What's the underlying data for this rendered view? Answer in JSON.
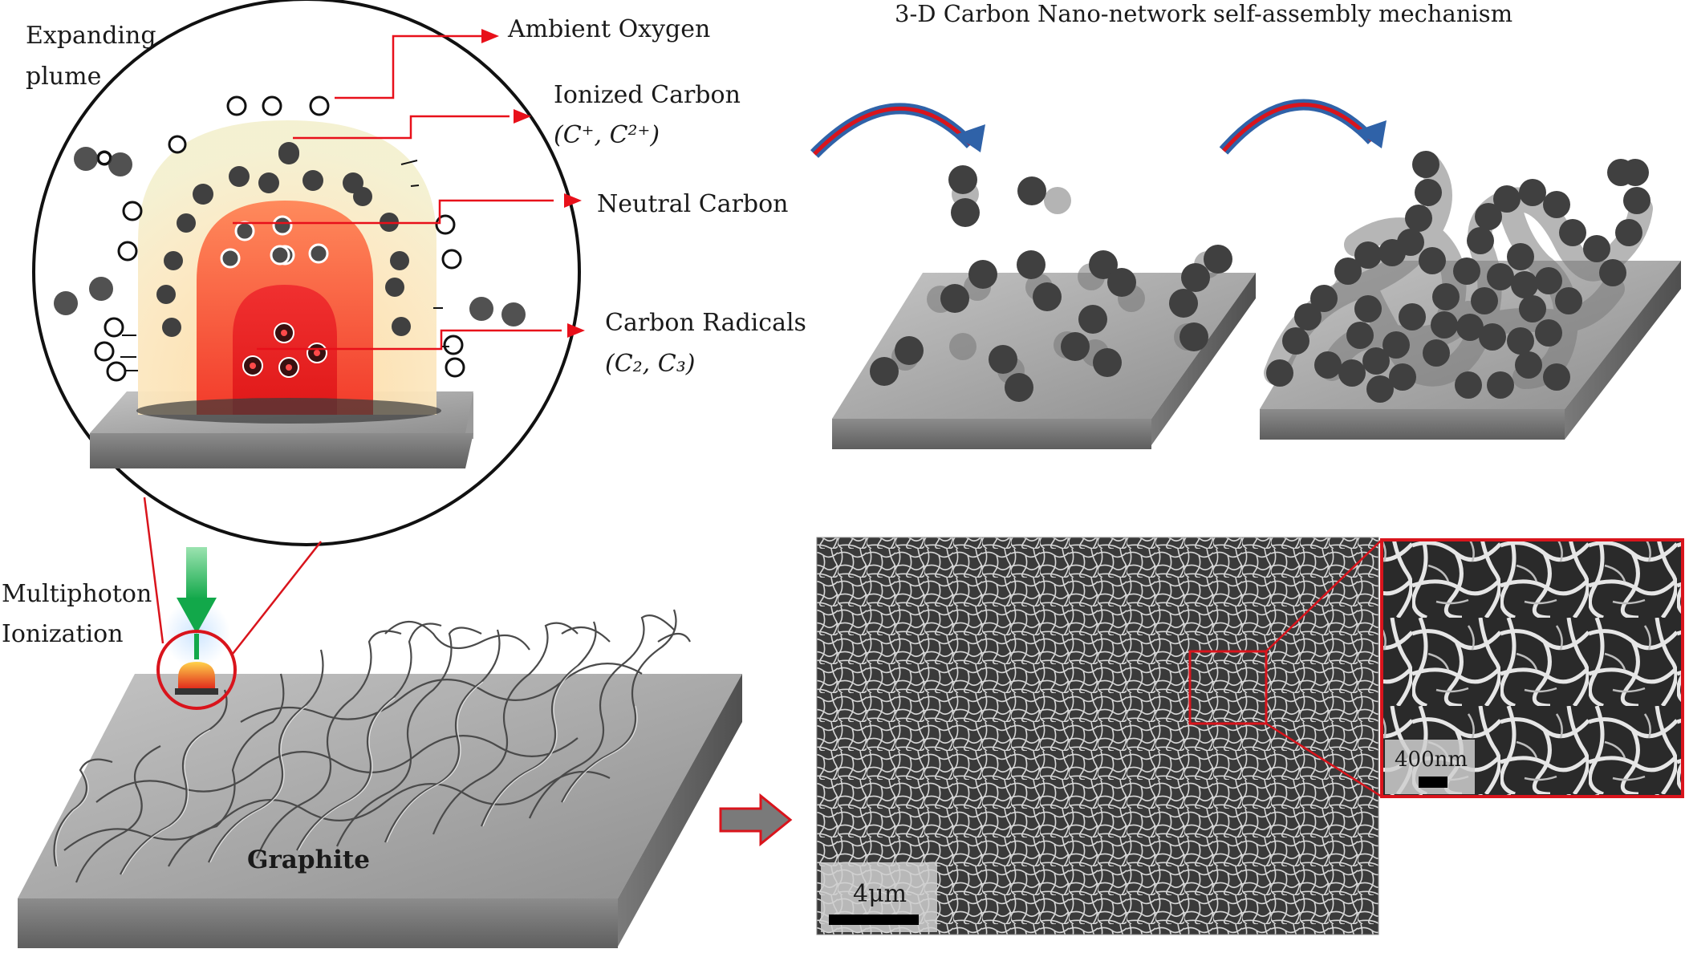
{
  "title": "3-D Carbon Nano-network self-assembly mechanism",
  "labels": {
    "expanding_plume_line1": "Expanding",
    "expanding_plume_line2": "plume",
    "ambient_oxygen": "Ambient Oxygen",
    "ionized_carbon": "Ionized Carbon",
    "ionized_carbon_species": "(C⁺, C²⁺)",
    "neutral_carbon": "Neutral Carbon",
    "carbon_radicals": "Carbon Radicals",
    "carbon_radicals_species": "(C₂, C₃)",
    "multiphoton_line1": "Multiphoton",
    "multiphoton_line2": "Ionization",
    "graphite": "Graphite",
    "scale_4um": "4μm",
    "scale_400nm": "400nm"
  },
  "colors": {
    "arrow_red": "#e8101a",
    "particle_dark": "#404040",
    "slab_top": "#a9a9a9",
    "slab_front": "#7a7a7a",
    "curve_arrow_blue": "#3a6fb5",
    "curve_arrow_red": "#d9141c"
  }
}
